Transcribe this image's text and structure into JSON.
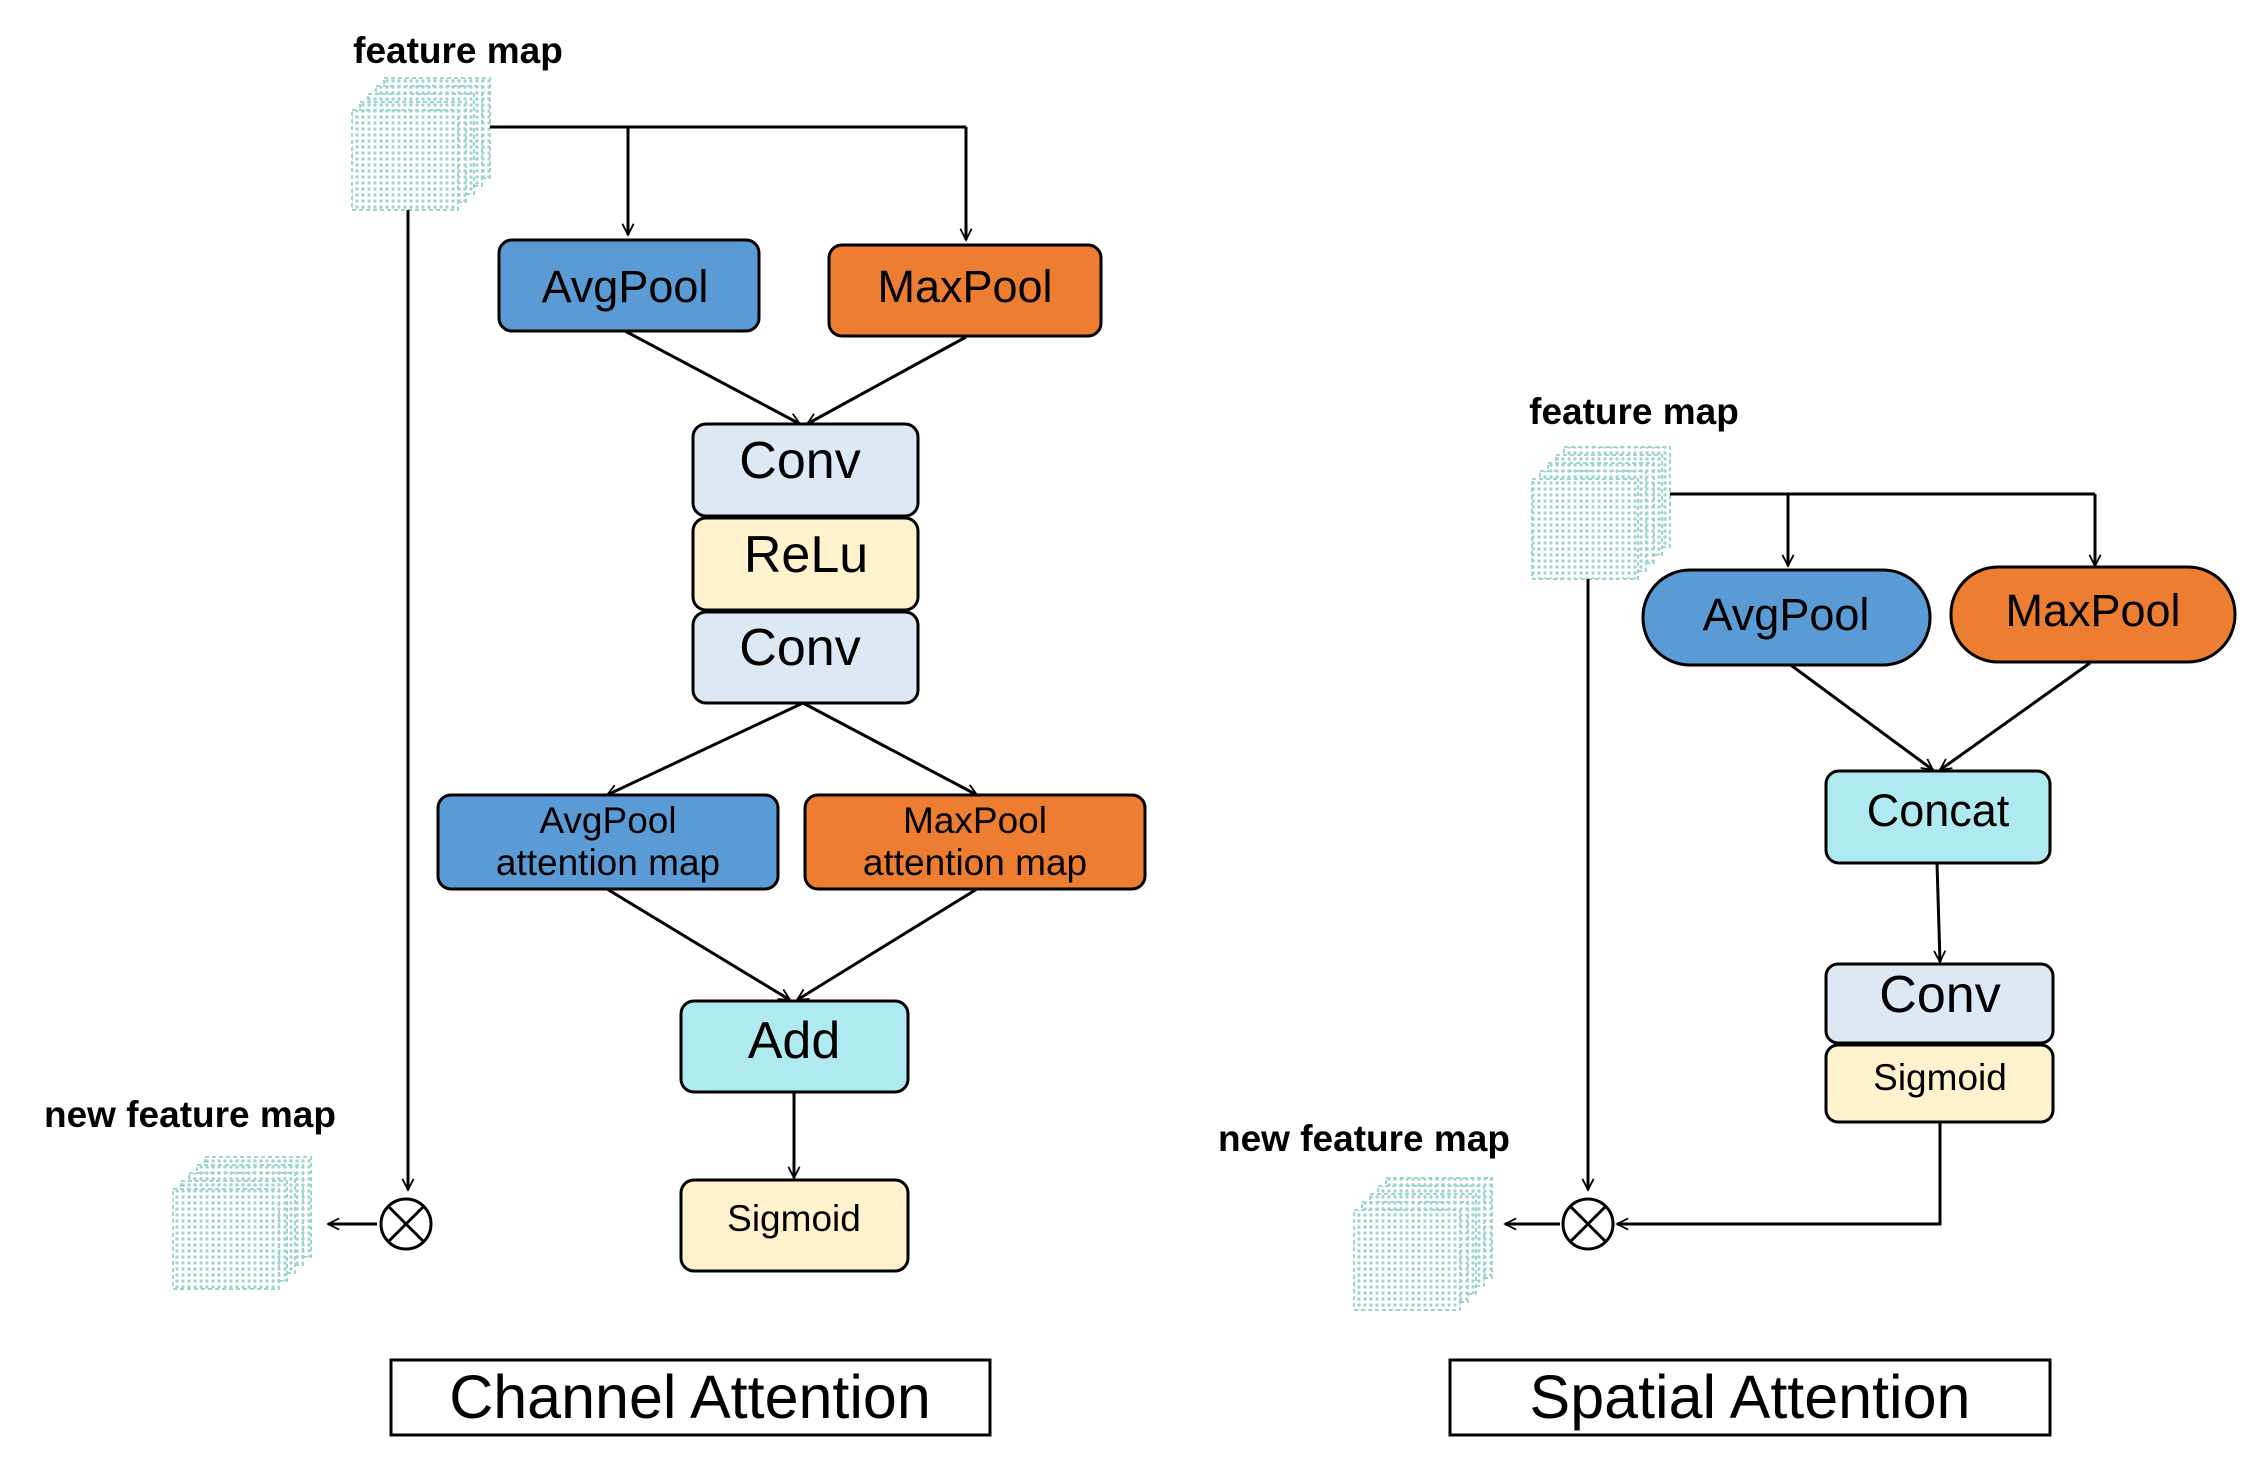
{
  "colors": {
    "avgpool": "#5b9bd5",
    "maxpool": "#ed7d31",
    "conv": "#dde8f5",
    "relu": "#fff2cc",
    "sigmoid": "#fff2cc",
    "add": "#aeeaf0",
    "concat": "#aeeaf0",
    "feature_map": "#cfeee9"
  },
  "channel_attention": {
    "title": "Channel Attention",
    "input_label": "feature map",
    "output_label": "new feature map",
    "avgpool": "AvgPool",
    "maxpool": "MaxPool",
    "conv1": "Conv",
    "relu": "ReLu",
    "conv2": "Conv",
    "avgpool_attention_line1": "AvgPool",
    "avgpool_attention_line2": "attention map",
    "maxpool_attention_line1": "MaxPool",
    "maxpool_attention_line2": "attention map",
    "add": "Add",
    "sigmoid": "Sigmoid",
    "multiply_symbol": "⊗"
  },
  "spatial_attention": {
    "title": "Spatial Attention",
    "input_label": "feature map",
    "output_label": "new feature map",
    "avgpool": "AvgPool",
    "maxpool": "MaxPool",
    "concat": "Concat",
    "conv": "Conv",
    "sigmoid": "Sigmoid",
    "multiply_symbol": "⊗"
  }
}
